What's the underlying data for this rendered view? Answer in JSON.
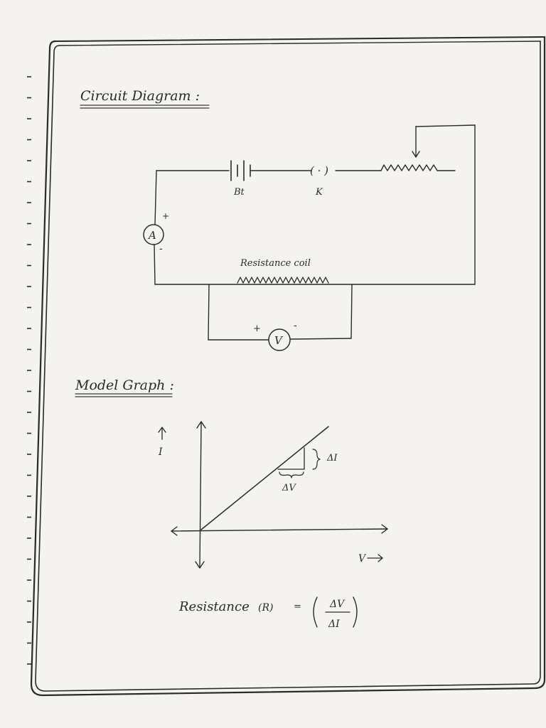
{
  "headings": {
    "circuit": "Circuit Diagram :",
    "graph": "Model Graph :"
  },
  "circuit": {
    "battery_label": "Bt",
    "key_label": "K",
    "key_symbol": "( · )",
    "ammeter_symbol": "A",
    "ammeter_plus": "+",
    "ammeter_minus": "-",
    "coil_label": "Resistance coil",
    "voltmeter_symbol": "V",
    "voltmeter_plus": "+",
    "voltmeter_minus": "-"
  },
  "graph": {
    "y_label": "I",
    "x_label": "V",
    "delta_i": "ΔI",
    "delta_v": "ΔV"
  },
  "formula": {
    "lhs": "Resistance",
    "symbol": "(R)",
    "equals": "=",
    "numerator": "ΔV",
    "denominator": "ΔI"
  }
}
